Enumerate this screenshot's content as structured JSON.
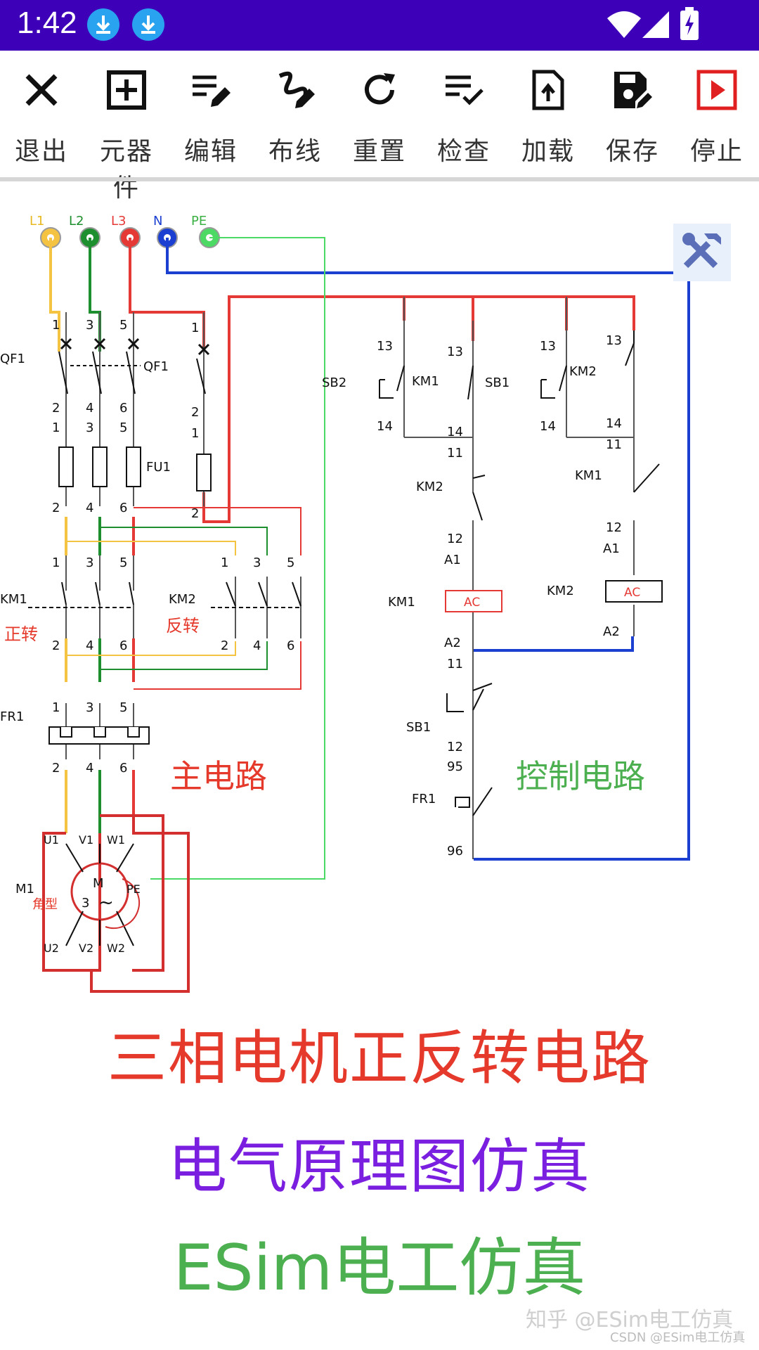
{
  "status": {
    "time": "1:42"
  },
  "toolbar": {
    "items": [
      {
        "label": "退出",
        "icon": "close-icon"
      },
      {
        "label": "元器件",
        "icon": "add-box-icon"
      },
      {
        "label": "编辑",
        "icon": "edit-list-icon"
      },
      {
        "label": "布线",
        "icon": "wire-draw-icon"
      },
      {
        "label": "重置",
        "icon": "refresh-icon"
      },
      {
        "label": "检查",
        "icon": "checklist-icon"
      },
      {
        "label": "加载",
        "icon": "file-upload-icon"
      },
      {
        "label": "保存",
        "icon": "save-edit-icon"
      },
      {
        "label": "停止",
        "icon": "stop-play-icon"
      }
    ]
  },
  "diagram": {
    "power": {
      "l1": "L1",
      "l2": "L2",
      "l3": "L3",
      "n": "N",
      "pe": "PE"
    },
    "main": {
      "qf1": "QF1",
      "fu1": "FU1",
      "km1": "KM1",
      "km2": "KM2",
      "forward": "正转",
      "reverse": "反转",
      "fr1": "FR1",
      "m1": "M1",
      "motor_m": "M",
      "motor_3": "3",
      "motor_ac": "~",
      "star": "角型",
      "u1": "U1",
      "v1": "V1",
      "w1": "W1",
      "u2": "U2",
      "v2": "V2",
      "w2": "W2",
      "pe": "PE",
      "section": "主电路"
    },
    "control": {
      "sb2": "SB2",
      "sb1": "SB1",
      "km1": "KM1",
      "km2": "KM2",
      "fr1": "FR1",
      "ac": "AC",
      "a1": "A1",
      "a2": "A2",
      "section": "控制电路"
    },
    "terminals": [
      "1",
      "2",
      "3",
      "4",
      "5",
      "6",
      "11",
      "12",
      "13",
      "14",
      "95",
      "96"
    ]
  },
  "titles": {
    "line1": "三相电机正反转电路",
    "line2": "电气原理图仿真",
    "line3": "ESim电工仿真"
  },
  "watermark": {
    "main": "知乎 @ESim电工仿真",
    "csdn": "CSDN @ESim电工仿真"
  },
  "colors": {
    "status_bar": "#3d00b8",
    "l1": "#f5c342",
    "l2": "#1e8f2e",
    "l3": "#e53935",
    "neutral": "#1a3fd1",
    "pe": "#4cd964",
    "title_red": "#e5392b",
    "title_purple": "#7a1fe0",
    "title_green": "#4caf50"
  }
}
